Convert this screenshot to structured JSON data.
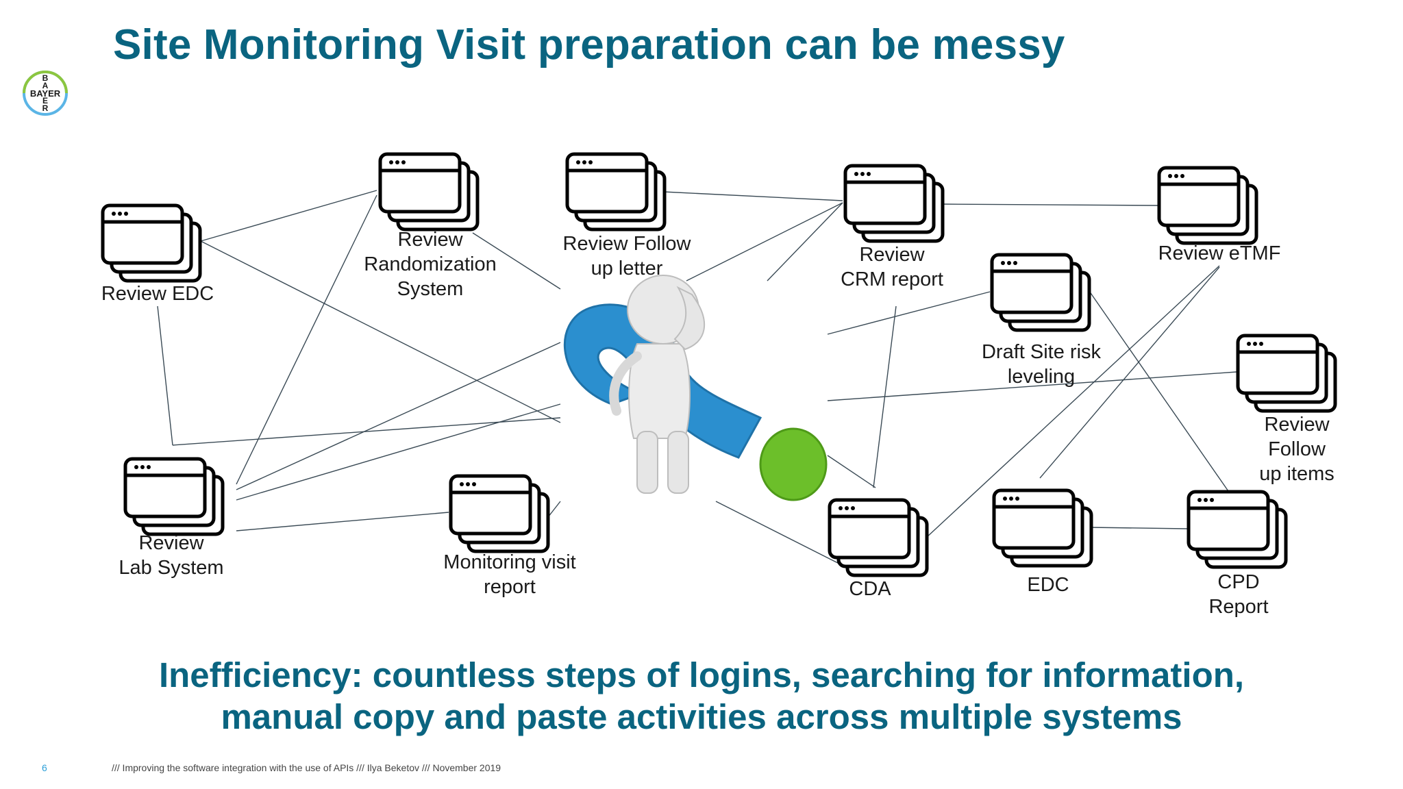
{
  "slide": {
    "title": "Site Monitoring Visit preparation can be messy",
    "logo_text": "BAYER",
    "bottom_text": "Inefficiency:  countless steps of logins, searching for information,\nmanual copy and paste activities across multiple systems",
    "page_number": "6",
    "footer": "/// Improving the software integration with the use of APIs /// Ilya Beketov /// November 2019"
  },
  "colors": {
    "title": "#0a6480",
    "question_mark": "#2b8fcf",
    "dot": "#6cbf2a",
    "connector": "#3a4a55",
    "logo_ring": "#5bb5e6",
    "logo_ring_2": "#8cc63f"
  },
  "diagram": {
    "center_icon": "confused-person-with-question-mark",
    "window_icon": "browser-window-stack-icon",
    "nodes": [
      {
        "id": "review-edc",
        "label": "Review EDC"
      },
      {
        "id": "review-randomization",
        "label": "Review\nRandomization\nSystem"
      },
      {
        "id": "review-follow-up-letter",
        "label": "Review Follow\nup letter"
      },
      {
        "id": "review-crm",
        "label": "Review\nCRM report"
      },
      {
        "id": "review-etmf",
        "label": "Review eTMF"
      },
      {
        "id": "draft-site-risk",
        "label": "Draft Site risk\nleveling"
      },
      {
        "id": "review-follow-up-items",
        "label": "Review Follow\nup items"
      },
      {
        "id": "review-lab",
        "label": "Review\nLab System"
      },
      {
        "id": "monitoring-visit-report",
        "label": "Monitoring visit\nreport"
      },
      {
        "id": "cda",
        "label": "CDA"
      },
      {
        "id": "edc",
        "label": "EDC"
      },
      {
        "id": "cpd-report",
        "label": "CPD\nReport"
      }
    ]
  }
}
